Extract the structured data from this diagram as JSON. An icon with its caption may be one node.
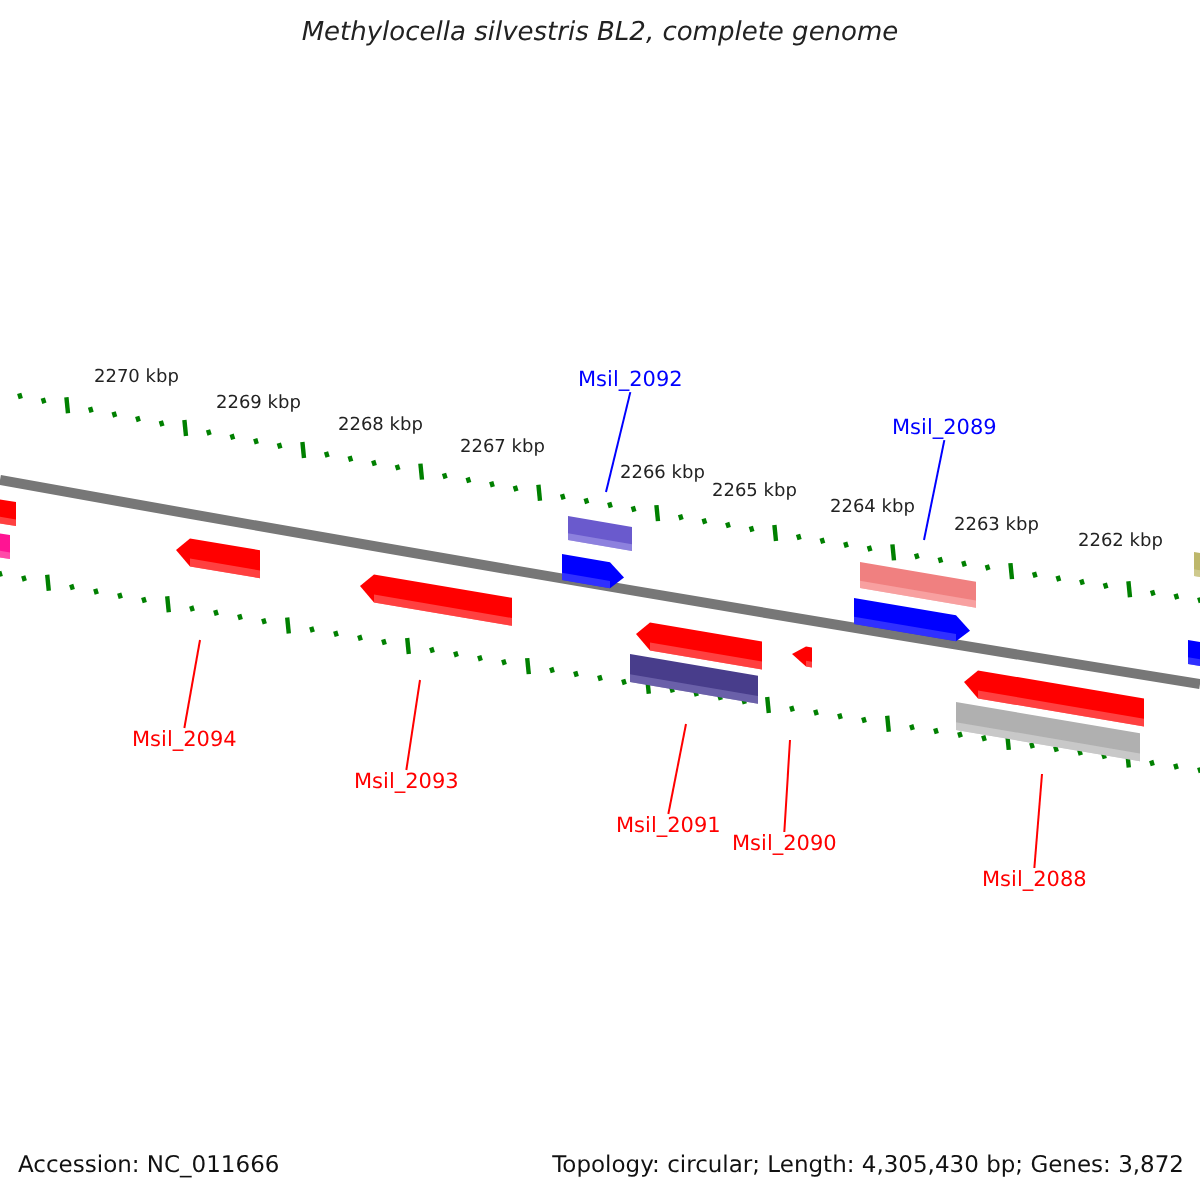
{
  "diagram": {
    "title": "Methylocella silvestris BL2, complete genome",
    "nodes": [
      {
        "text": [
          "Msil_2092"
        ]
      },
      {
        "text": [
          "Msil_2089"
        ]
      },
      {
        "text": [
          "Msil_2094"
        ]
      },
      {
        "text": [
          "Msil_2093"
        ]
      },
      {
        "text": [
          "Msil_2091"
        ]
      },
      {
        "text": [
          "Msil_2090"
        ]
      },
      {
        "text": [
          "Msil_2088"
        ]
      }
    ],
    "edges": [
      {
        "from": 0,
        "to": null,
        "arrow": "none",
        "color": "#0000ff"
      },
      {
        "from": 1,
        "to": null,
        "arrow": "none",
        "color": "#0000ff"
      },
      {
        "from": 2,
        "to": null,
        "arrow": "none"
      },
      {
        "from": 3,
        "to": null,
        "arrow": "none"
      },
      {
        "from": 4,
        "to": null,
        "arrow": "none"
      },
      {
        "from": 5,
        "to": null,
        "arrow": "none"
      },
      {
        "from": 6,
        "to": null,
        "arrow": "none"
      }
    ],
    "labels": [
      "2270 kbp",
      "2269 kbp",
      "2268 kbp",
      "2267 kbp",
      "2266 kbp",
      "2265 kbp",
      "2264 kbp",
      "2263 kbp",
      "2262 kbp",
      "Accession: NC_011666",
      "Topology: circular; Length: 4,305,430 bp; Genes: 3,872"
    ]
  }
}
